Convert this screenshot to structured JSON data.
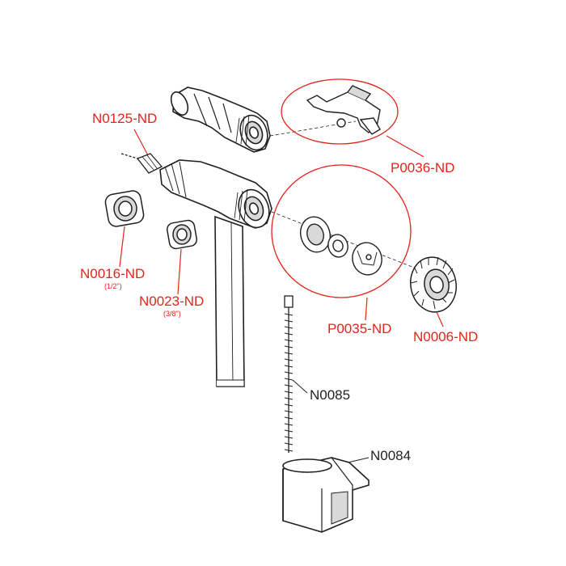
{
  "colors": {
    "callout_red": "#e3241b",
    "callout_black": "#231f20",
    "line_art": "#231f20",
    "part_fill": "#ffffff",
    "part_shade": "#d9d9d9"
  },
  "labels": {
    "p0036": "P0036-ND",
    "n0125": "N0125-ND",
    "n0016": "N0016-ND",
    "n0016_size": "(1/2\")",
    "n0023": "N0023-ND",
    "n0023_size": "(3/8\")",
    "p0035": "P0035-ND",
    "n0006": "N0006-ND",
    "n0085": "N0085",
    "n0084": "N0084"
  }
}
